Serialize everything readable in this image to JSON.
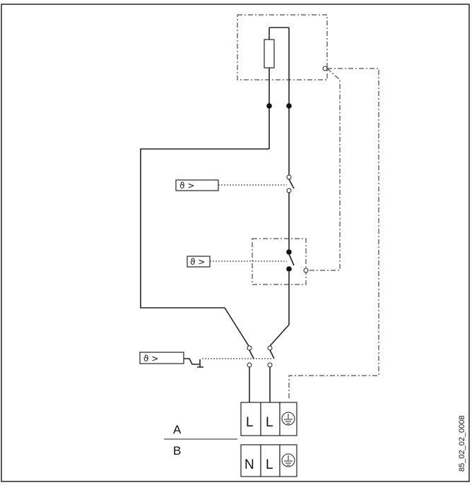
{
  "sensors": [
    {
      "symbol": "ϑ >"
    },
    {
      "symbol": "ϑ >"
    },
    {
      "symbol": "ϑ >"
    }
  ],
  "terminals_a": [
    "L",
    "L",
    "⏚"
  ],
  "terminals_b": [
    "N",
    "L",
    "⏚"
  ],
  "labels": {
    "a": "A",
    "b": "B"
  },
  "drawing_code": "85_02_02_0008"
}
